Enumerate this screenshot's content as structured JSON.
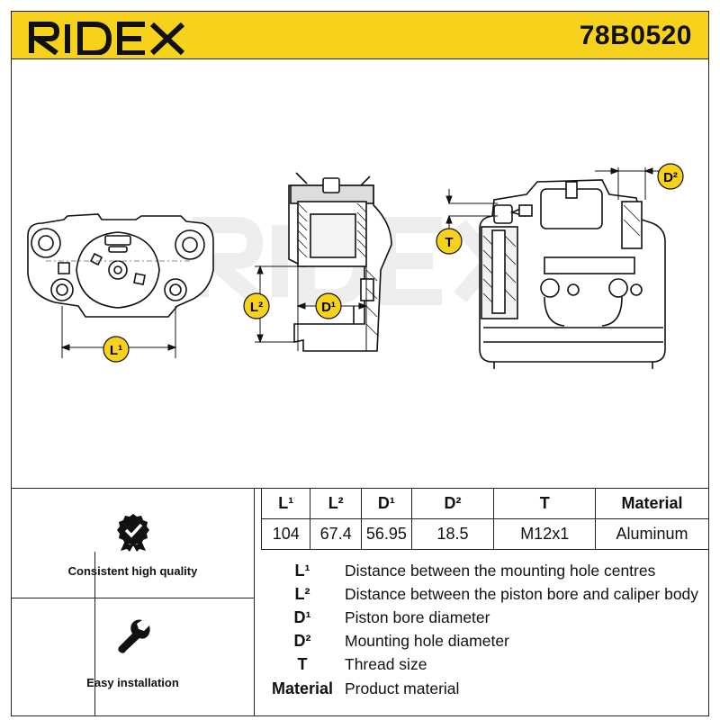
{
  "brand": {
    "name": "RIDEX",
    "accent": "#f7d21c"
  },
  "part_number": "78B0520",
  "diagram": {
    "labels": {
      "l1": "L¹",
      "l2": "L²",
      "d1": "D¹",
      "d2": "D²",
      "t": "T"
    }
  },
  "features": [
    {
      "label": "Consistent high quality",
      "icon": "badge-check-icon"
    },
    {
      "label": "Easy installation",
      "icon": "wrench-icon"
    }
  ],
  "spec_table": {
    "headers": [
      "L¹",
      "L²",
      "D¹",
      "D²",
      "T",
      "Material"
    ],
    "values": [
      "104",
      "67.4",
      "56.95",
      "18.5",
      "M12x1",
      "Aluminum"
    ]
  },
  "legend": [
    {
      "key": "L¹",
      "desc": "Distance between the mounting hole centres"
    },
    {
      "key": "L²",
      "desc": "Distance between the piston bore and caliper body"
    },
    {
      "key": "D¹",
      "desc": "Piston bore diameter"
    },
    {
      "key": "D²",
      "desc": "Mounting hole diameter"
    },
    {
      "key": "T",
      "desc": "Thread size"
    },
    {
      "key": "Material",
      "desc": "Product material"
    }
  ]
}
